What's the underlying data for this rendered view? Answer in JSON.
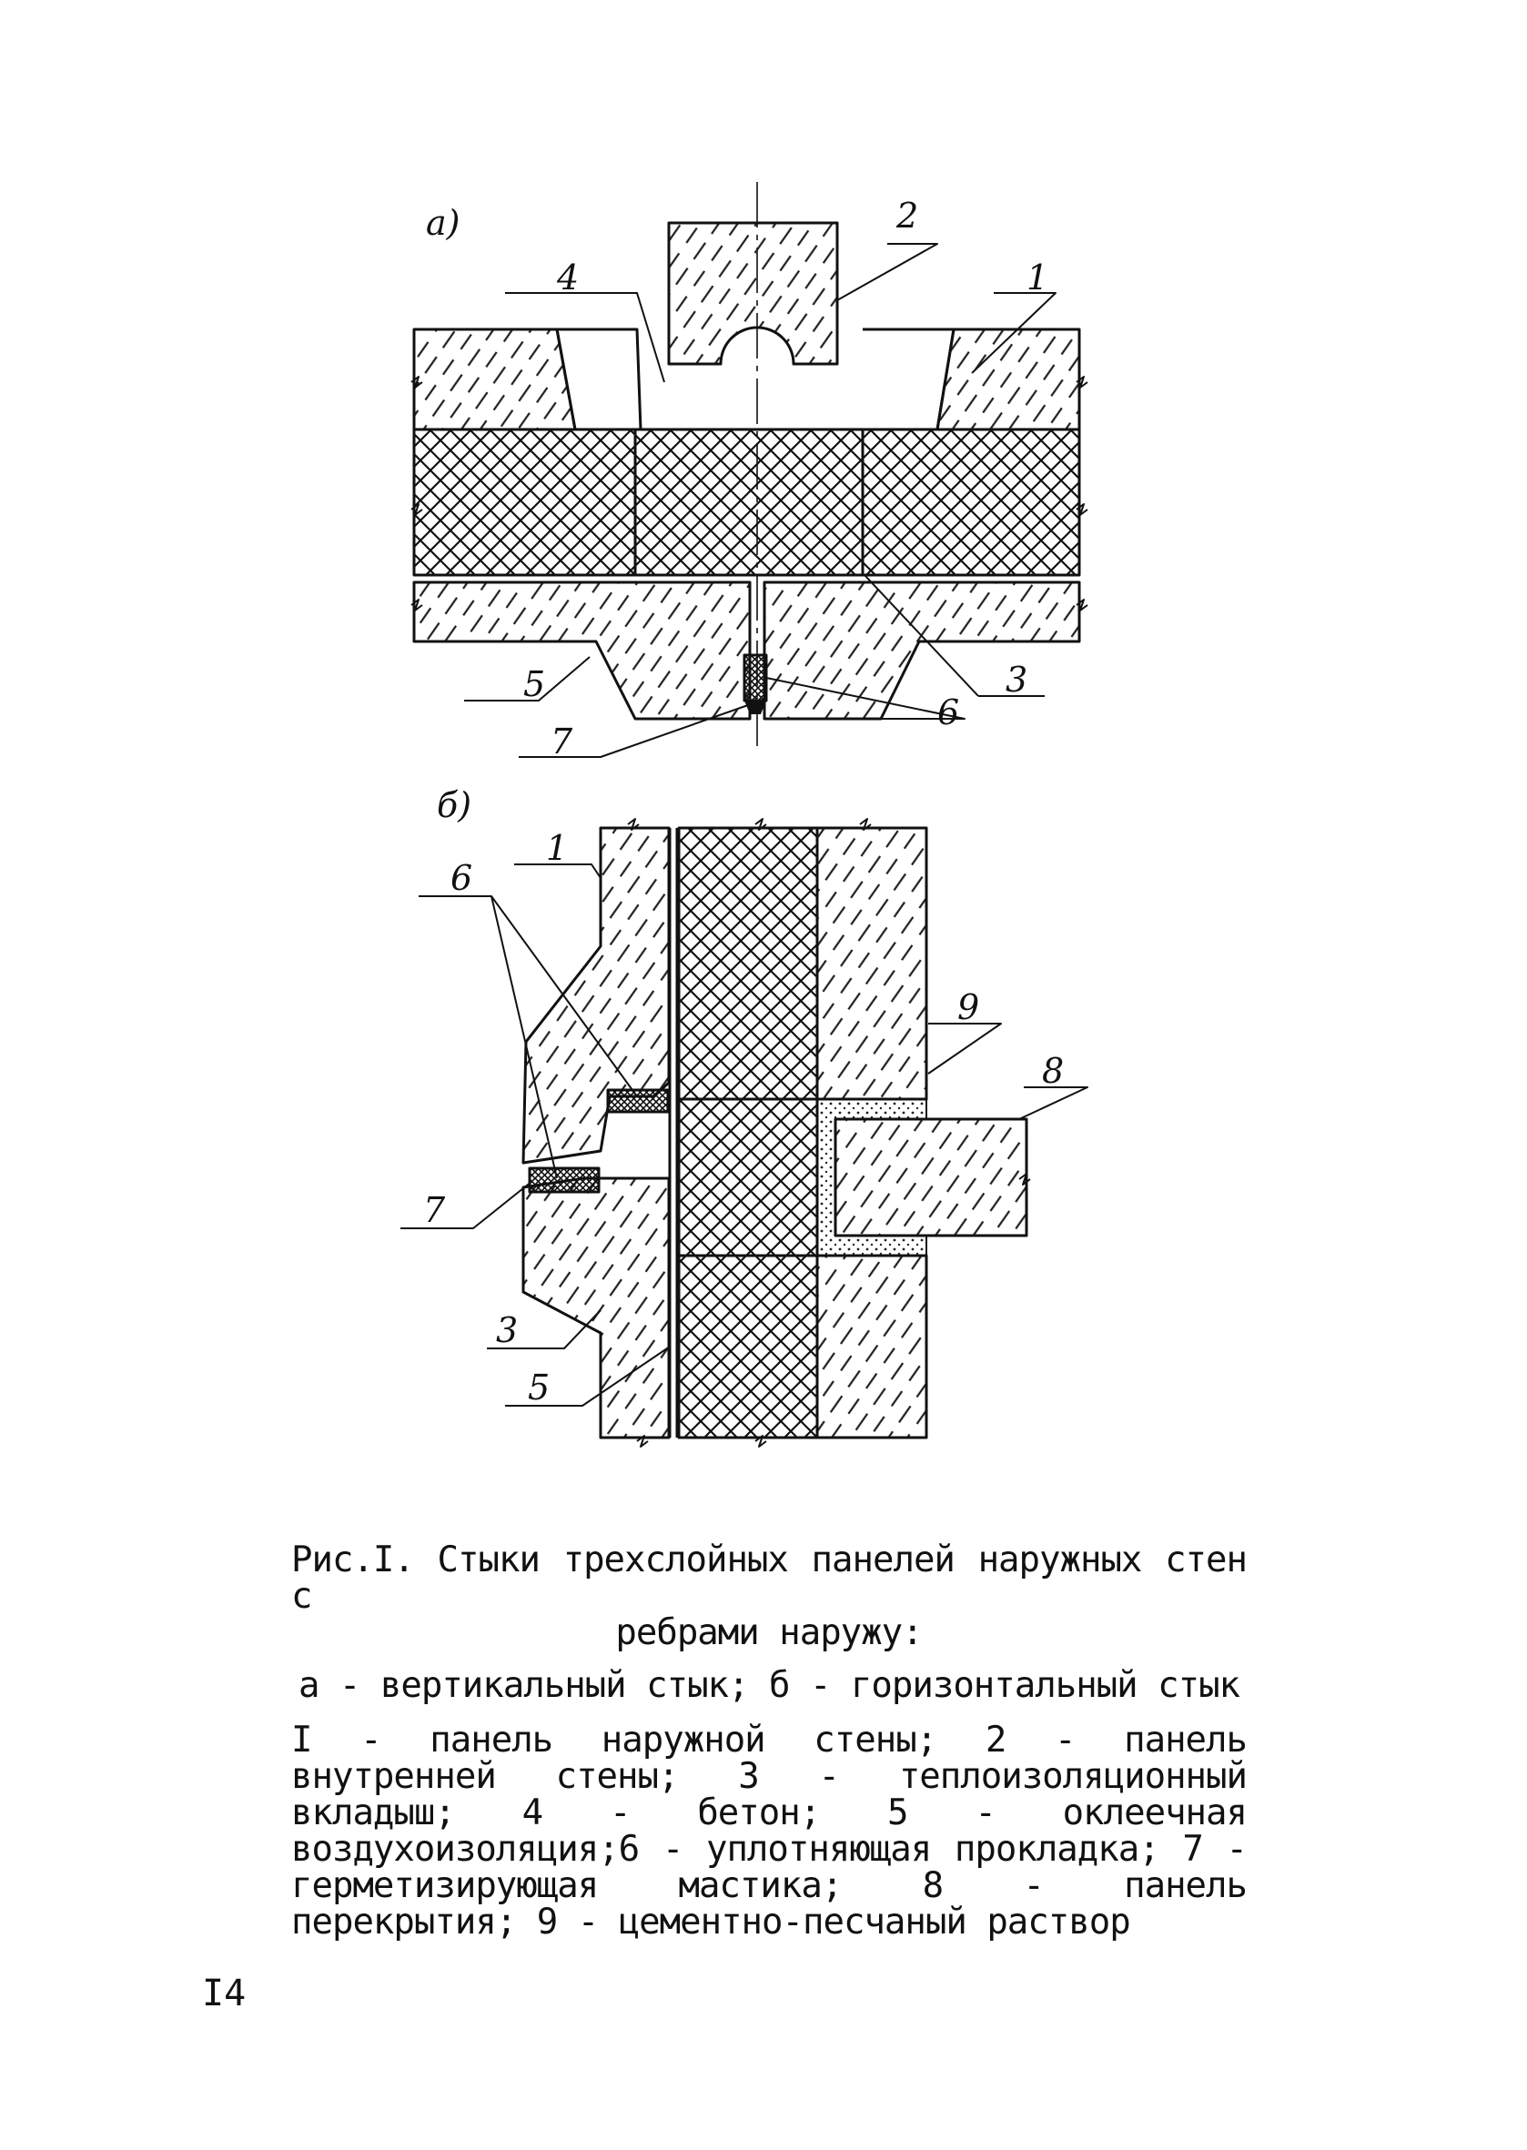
{
  "figure": {
    "panel_a_label": "а)",
    "panel_b_label": "б)",
    "callouts_a": [
      "1",
      "2",
      "3",
      "4",
      "5",
      "6",
      "7"
    ],
    "callouts_b": [
      "1",
      "3",
      "5",
      "6",
      "7",
      "8",
      "9"
    ]
  },
  "caption": {
    "title_line1": "Рис.I. Стыки трехслойных панелей наружных  стен  с",
    "title_line2": "ребрами наружу:",
    "subtitle": "а - вертикальный стык; б - горизонтальный стык",
    "legend": "I - панель наружной стены;  2 - панель  внутренней стены;  3 - теплоизоляционный вкладыш;  4 - бетон; 5 - оклеечная воздухоизоляция;6 - уплотняющая прокладка;  7 - герметизирующая  мастика;  8 - панель перекрытия; 9 - цементно-песчаный раствор"
  },
  "page_number": "I4"
}
